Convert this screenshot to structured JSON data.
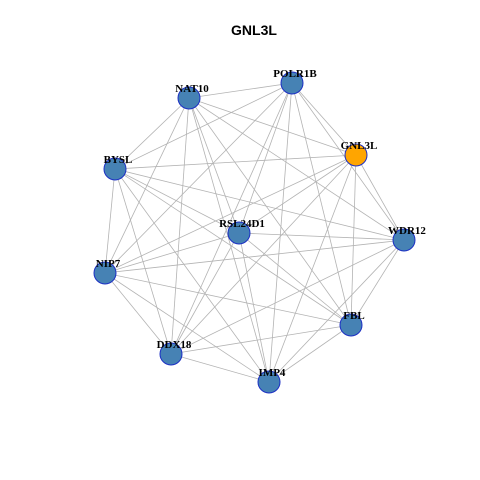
{
  "title": "GNL3L",
  "colors": {
    "node_default": "#4682b4",
    "node_highlight": "#ffa500",
    "node_border": "#1c2fc4",
    "edge": "#b3b3b3"
  },
  "nodes": [
    {
      "id": "POLR1B",
      "label": "POLR1B",
      "highlight": false
    },
    {
      "id": "NAT10",
      "label": "NAT10",
      "highlight": false
    },
    {
      "id": "GNL3L",
      "label": "GNL3L",
      "highlight": true
    },
    {
      "id": "BYSL",
      "label": "BYSL",
      "highlight": false
    },
    {
      "id": "RSL24D1",
      "label": "RSL24D1",
      "highlight": false
    },
    {
      "id": "WDR12",
      "label": "WDR12",
      "highlight": false
    },
    {
      "id": "NIP7",
      "label": "NIP7",
      "highlight": false
    },
    {
      "id": "FBL",
      "label": "FBL",
      "highlight": false
    },
    {
      "id": "DDX18",
      "label": "DDX18",
      "highlight": false
    },
    {
      "id": "IMP4",
      "label": "IMP4",
      "highlight": false
    }
  ],
  "edges": [
    [
      "POLR1B",
      "NAT10"
    ],
    [
      "POLR1B",
      "GNL3L"
    ],
    [
      "POLR1B",
      "BYSL"
    ],
    [
      "POLR1B",
      "RSL24D1"
    ],
    [
      "POLR1B",
      "WDR12"
    ],
    [
      "POLR1B",
      "NIP7"
    ],
    [
      "POLR1B",
      "FBL"
    ],
    [
      "POLR1B",
      "DDX18"
    ],
    [
      "POLR1B",
      "IMP4"
    ],
    [
      "NAT10",
      "GNL3L"
    ],
    [
      "NAT10",
      "BYSL"
    ],
    [
      "NAT10",
      "RSL24D1"
    ],
    [
      "NAT10",
      "WDR12"
    ],
    [
      "NAT10",
      "NIP7"
    ],
    [
      "NAT10",
      "FBL"
    ],
    [
      "NAT10",
      "DDX18"
    ],
    [
      "NAT10",
      "IMP4"
    ],
    [
      "GNL3L",
      "BYSL"
    ],
    [
      "GNL3L",
      "RSL24D1"
    ],
    [
      "GNL3L",
      "WDR12"
    ],
    [
      "GNL3L",
      "NIP7"
    ],
    [
      "GNL3L",
      "FBL"
    ],
    [
      "GNL3L",
      "DDX18"
    ],
    [
      "GNL3L",
      "IMP4"
    ],
    [
      "BYSL",
      "RSL24D1"
    ],
    [
      "BYSL",
      "WDR12"
    ],
    [
      "BYSL",
      "NIP7"
    ],
    [
      "BYSL",
      "FBL"
    ],
    [
      "BYSL",
      "DDX18"
    ],
    [
      "BYSL",
      "IMP4"
    ],
    [
      "RSL24D1",
      "WDR12"
    ],
    [
      "RSL24D1",
      "NIP7"
    ],
    [
      "RSL24D1",
      "FBL"
    ],
    [
      "RSL24D1",
      "DDX18"
    ],
    [
      "RSL24D1",
      "IMP4"
    ],
    [
      "WDR12",
      "NIP7"
    ],
    [
      "WDR12",
      "FBL"
    ],
    [
      "WDR12",
      "DDX18"
    ],
    [
      "WDR12",
      "IMP4"
    ],
    [
      "NIP7",
      "FBL"
    ],
    [
      "NIP7",
      "DDX18"
    ],
    [
      "NIP7",
      "IMP4"
    ],
    [
      "FBL",
      "DDX18"
    ],
    [
      "FBL",
      "IMP4"
    ],
    [
      "DDX18",
      "IMP4"
    ]
  ]
}
